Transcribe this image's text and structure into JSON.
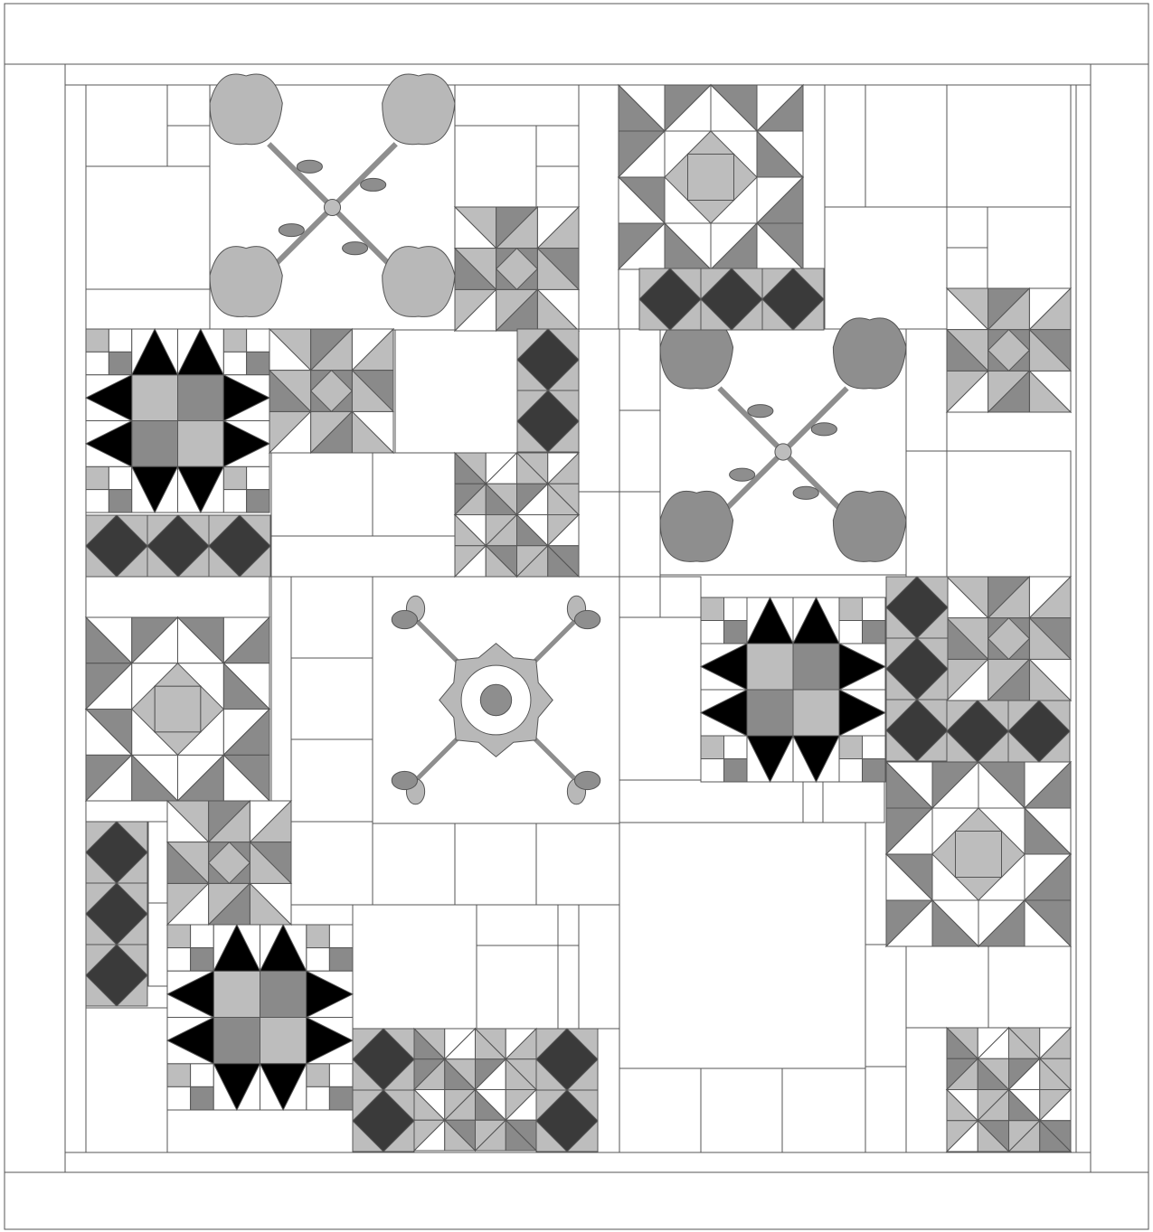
{
  "diagram": {
    "kind": "sampler quilt layout (line drawing, no text)",
    "colors": {
      "background": "#ffffff",
      "line": "#555555",
      "dark": "#3a3a3a",
      "medium": "#8a8a8a",
      "light": "#bdbdbd",
      "pale": "#d8d8d8",
      "black": "#000000",
      "applique_light": "#b8b8b8",
      "applique_medium": "#8e8e8e"
    },
    "block_types": [
      "eight-point-star-block",
      "sawtooth-star-block",
      "small-star-block",
      "square-in-square-strip",
      "pinwheel-block",
      "tulip-applique-block",
      "flower-applique-block",
      "plain-filler-patch"
    ]
  }
}
